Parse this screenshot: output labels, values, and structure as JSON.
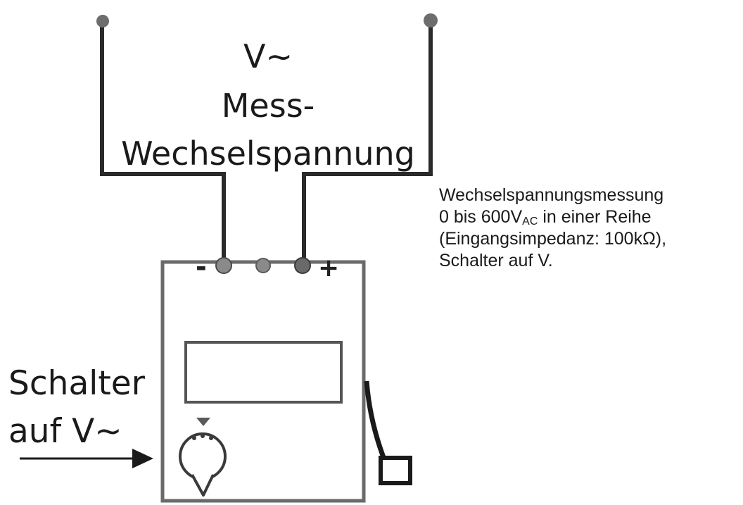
{
  "measurement": {
    "symbol": "V~",
    "line1": "Mess-",
    "line2": "Wechselspannung"
  },
  "switch_label": {
    "line1": "Schalter",
    "line2": "auf V~"
  },
  "description": {
    "line1": "Wechselspannungsmessung",
    "line2_prefix": "0 bis 600V",
    "line2_sub": "AC",
    "line2_suffix": " in einer Reihe",
    "line3": "(Eingangsimpedanz: 100kΩ),",
    "line4": "Schalter auf V."
  },
  "terminals": {
    "minus": "-",
    "plus": "+"
  }
}
